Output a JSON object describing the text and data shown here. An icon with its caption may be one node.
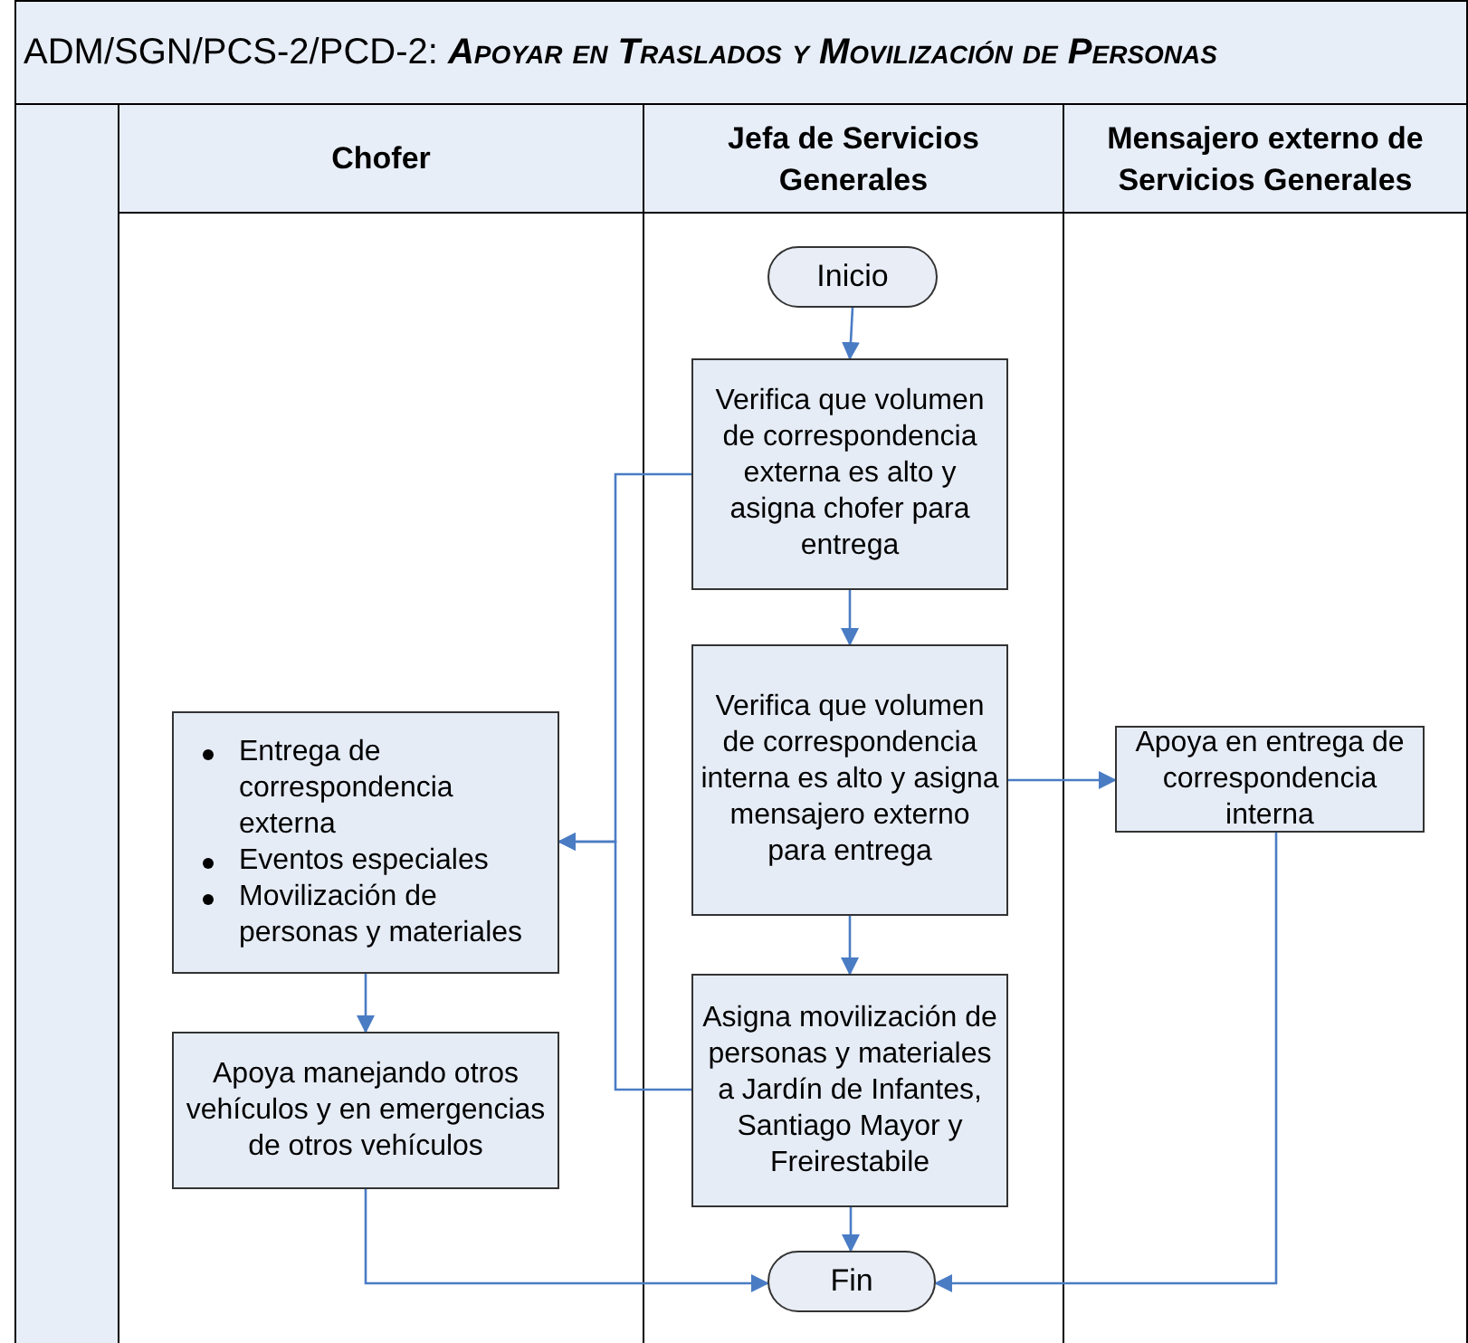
{
  "diagram": {
    "title": "ADM/SGN/PCS-2/PCD-2: **Apoyar en Traslados y Movilización de Personas**",
    "nodes": [
      {
        "text": [
          "Chofer"
        ]
      },
      {
        "text": [
          "Jefa de Servicios Generales"
        ]
      },
      {
        "text": [
          "Mensajero externo de Servicios Generales"
        ]
      },
      {
        "text": [
          "Inicio"
        ],
        "in": 1
      },
      {
        "text": [
          "Verifica que volumen de correspondencia externa es alto y asigna chofer para entrega"
        ],
        "in": 1
      },
      {
        "text": [
          "Verifica que volumen de correspondencia interna es alto y asigna mensajero externo para entrega"
        ],
        "in": 1
      },
      {
        "text": [
          "Entrega de correspondencia externa",
          "Eventos especiales",
          "Movilización de personas y materiales"
        ],
        "in": 0
      },
      {
        "text": [
          "Apoya en entrega de correspondencia interna"
        ],
        "in": 2
      },
      {
        "text": [
          "Asigna movilización de personas y materiales a Jardín de Infantes, Santiago Mayor y Freirestabile"
        ],
        "in": 1
      },
      {
        "text": [
          "Apoya manejando otros vehículos y en emergencias de otros vehículos"
        ],
        "in": 0
      },
      {
        "text": [
          "Fin"
        ],
        "in": 1
      }
    ],
    "edges": [
      {
        "from": 3,
        "to": 4,
        "arrow": "to"
      },
      {
        "from": 4,
        "to": 5,
        "arrow": "to"
      },
      {
        "from": 5,
        "to": 8,
        "arrow": "to"
      },
      {
        "from": 4,
        "to": 6,
        "arrow": "to"
      },
      {
        "from": 8,
        "to": 6,
        "arrow": "to"
      },
      {
        "from": 5,
        "to": 7,
        "arrow": "to"
      },
      {
        "from": 6,
        "to": 9,
        "arrow": "to"
      },
      {
        "from": 8,
        "to": 10,
        "arrow": "to"
      },
      {
        "from": 9,
        "to": 10,
        "arrow": "to"
      },
      {
        "from": 7,
        "to": 10,
        "arrow": "to"
      }
    ]
  }
}
